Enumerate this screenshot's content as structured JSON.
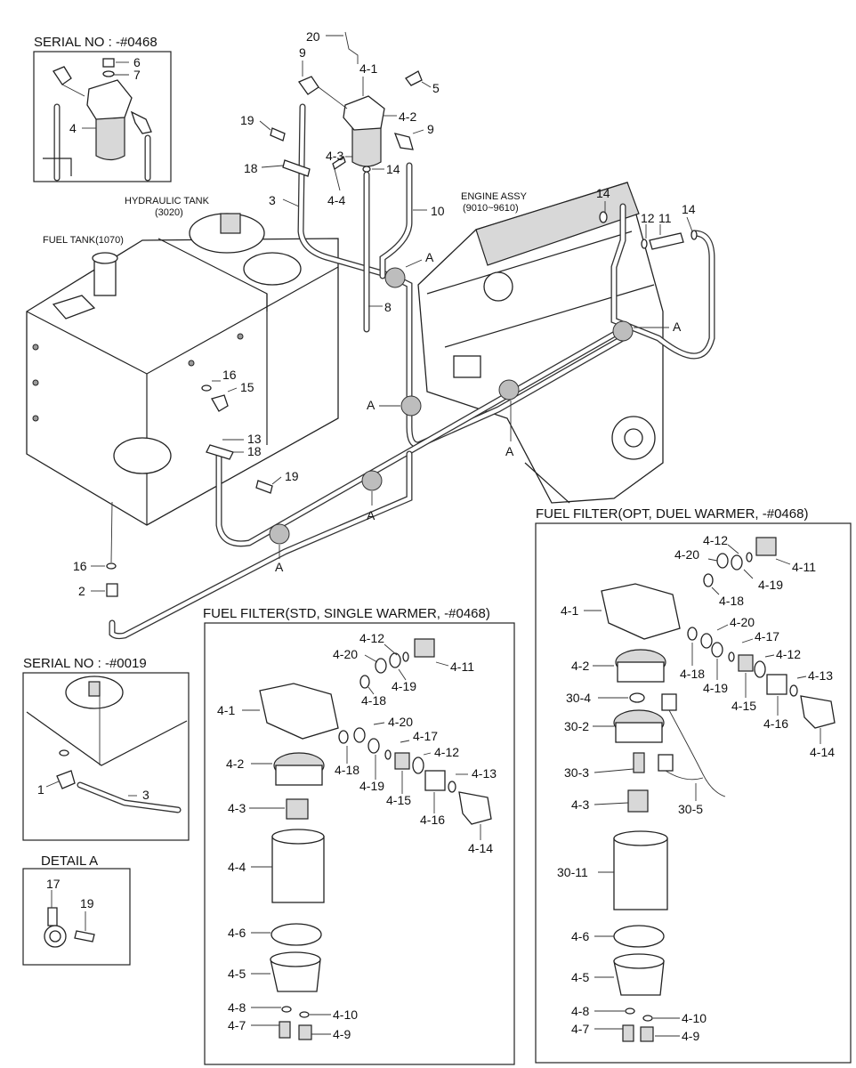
{
  "titles": {
    "serial_top": "SERIAL NO : -#0468",
    "serial_bottom": "SERIAL NO : -#0019",
    "detail": "DETAIL  A",
    "std_filter": "FUEL FILTER(STD, SINGLE WARMER, -#0468)",
    "opt_filter": "FUEL FILTER(OPT, DUEL WARMER, -#0468)"
  },
  "components": {
    "hydraulic_tank_line1": "HYDRAULIC TANK",
    "hydraulic_tank_line2": "(3020)",
    "fuel_tank": "FUEL TANK(1070)",
    "engine_line1": "ENGINE ASSY",
    "engine_line2": "(9010~9610)"
  },
  "callouts": {
    "serial_top": [
      "6",
      "7",
      "4"
    ],
    "main": [
      "20",
      "9",
      "4-1",
      "5",
      "4-2",
      "9",
      "19",
      "4-3",
      "14",
      "18",
      "4-4",
      "3",
      "10",
      "8",
      "14",
      "12",
      "11",
      "14",
      "A",
      "A",
      "16",
      "15",
      "A",
      "A",
      "13",
      "18",
      "19",
      "A",
      "A",
      "16",
      "2"
    ],
    "serial_bottom": [
      "1",
      "3"
    ],
    "detail": [
      "17",
      "19"
    ],
    "std": [
      "4-12",
      "4-20",
      "4-11",
      "4-19",
      "4-18",
      "4-1",
      "4-20",
      "4-17",
      "4-12",
      "4-18",
      "4-13",
      "4-2",
      "4-19",
      "4-15",
      "4-16",
      "4-3",
      "4-14",
      "4-4",
      "4-6",
      "4-5",
      "4-8",
      "4-10",
      "4-7",
      "4-9"
    ],
    "opt": [
      "4-12",
      "4-20",
      "4-11",
      "4-19",
      "4-18",
      "4-1",
      "4-20",
      "4-17",
      "4-12",
      "4-18",
      "4-13",
      "4-2",
      "4-19",
      "30-4",
      "4-15",
      "4-16",
      "30-2",
      "4-14",
      "30-3",
      "30-5",
      "4-3",
      "30-11",
      "4-6",
      "4-5",
      "4-8",
      "4-10",
      "4-7",
      "4-9"
    ]
  }
}
